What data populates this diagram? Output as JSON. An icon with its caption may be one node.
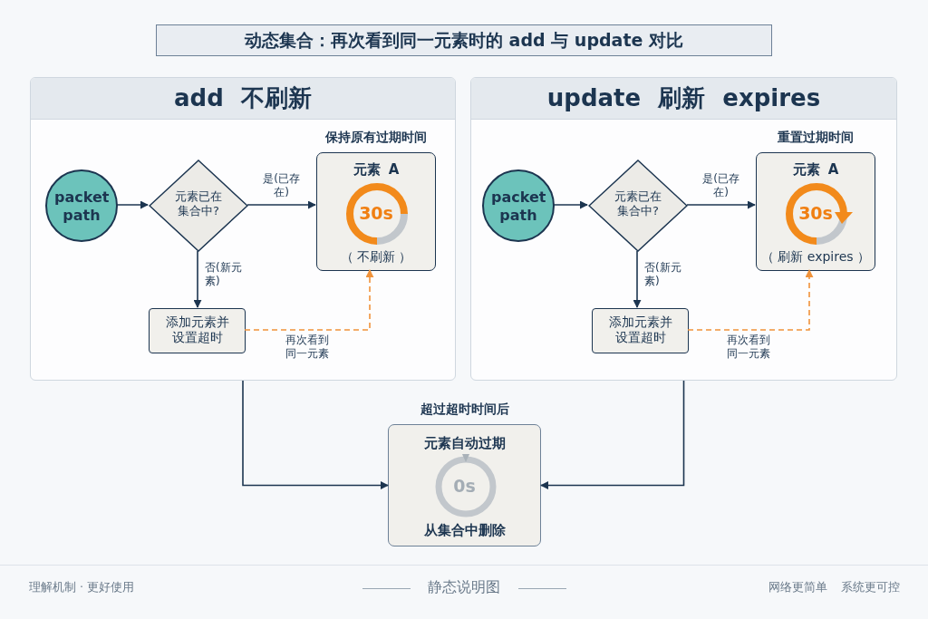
{
  "diagram": {
    "title": "动态集合：再次看到同一元素时的 add 与 update 对比",
    "nodes": [
      {
        "text": [
          "add 不刷新"
        ]
      },
      {
        "text": [
          "packet path"
        ],
        "in": 0
      },
      {
        "text": [
          "元素已在集合中?"
        ],
        "in": 0
      },
      {
        "text": [
          "元素 A",
          "30s",
          "（ 不刷新 ）"
        ],
        "beside": [
          "保持原有过期时间"
        ],
        "in": 0
      },
      {
        "text": [
          "添加元素并设置超时"
        ],
        "in": 0
      },
      {
        "text": [
          "update 刷新 expires"
        ]
      },
      {
        "text": [
          "packet path"
        ],
        "in": 5
      },
      {
        "text": [
          "元素已在集合中?"
        ],
        "in": 5
      },
      {
        "text": [
          "元素 A",
          "30s",
          "（ 刷新 expires ）"
        ],
        "beside": [
          "重置过期时间"
        ],
        "in": 5
      },
      {
        "text": [
          "添加元素并设置超时"
        ],
        "in": 5
      },
      {
        "text": [
          "元素自动过期",
          "0s",
          "从集合中删除"
        ],
        "beside": [
          "超过超时时间后"
        ]
      }
    ],
    "edges": [
      {
        "from": 1,
        "to": 2,
        "arrow": "to"
      },
      {
        "from": 2,
        "to": 3,
        "arrow": "to",
        "label": "是(已存在)"
      },
      {
        "from": 2,
        "to": 4,
        "arrow": "to",
        "label": "否(新元素)"
      },
      {
        "from": 4,
        "to": 3,
        "arrow": "to",
        "label": "再次看到同一元素",
        "style": "dashed",
        "color": "#f0923a"
      },
      {
        "from": 6,
        "to": 7,
        "arrow": "to"
      },
      {
        "from": 7,
        "to": 8,
        "arrow": "to",
        "label": "是(已存在)"
      },
      {
        "from": 7,
        "to": 9,
        "arrow": "to",
        "label": "否(新元素)"
      },
      {
        "from": 9,
        "to": 8,
        "arrow": "to",
        "label": "再次看到同一元素",
        "style": "dashed",
        "color": "#f0923a"
      },
      {
        "from": 0,
        "to": 10,
        "arrow": "to"
      },
      {
        "from": 5,
        "to": 10,
        "arrow": "to"
      }
    ],
    "labels": [
      "理解机制 · 更好使用",
      "静态说明图",
      "网络更简单",
      "系统更可控"
    ]
  }
}
